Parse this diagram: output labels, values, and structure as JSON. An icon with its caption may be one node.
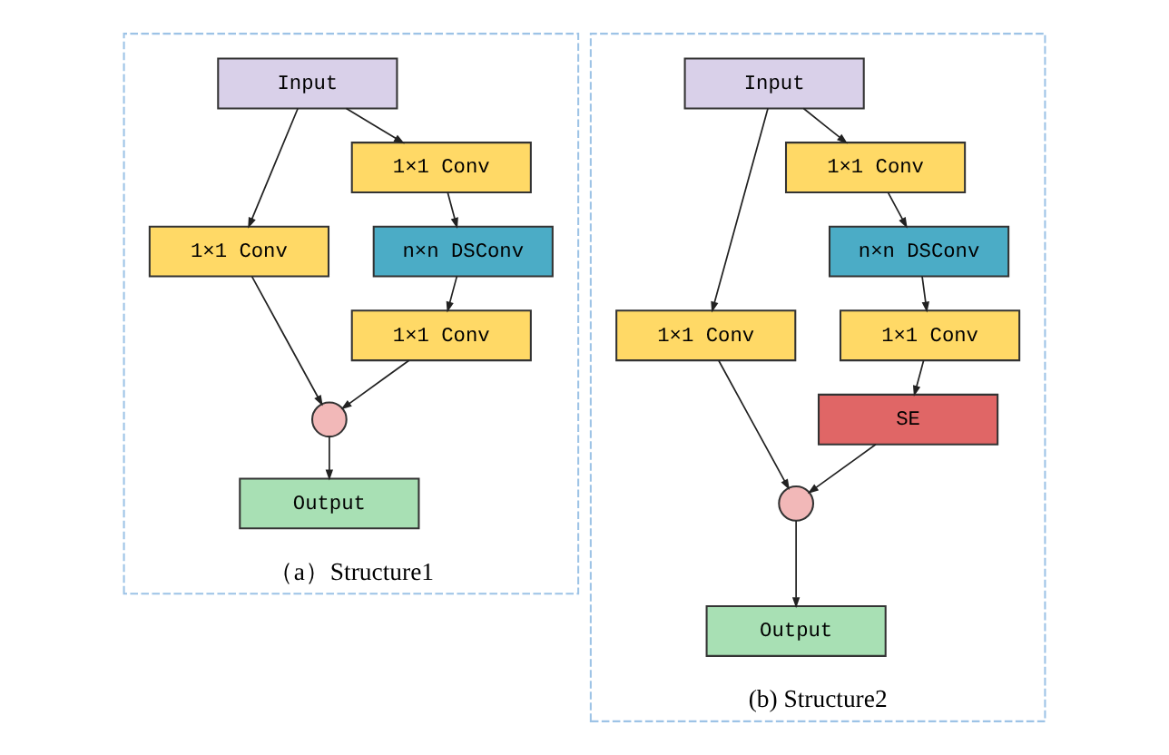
{
  "diagram": {
    "nodes": [
      {
        "text": [
          "（a）Structure1"
        ]
      },
      {
        "text": [
          "Input"
        ],
        "in": 0
      },
      {
        "text": [
          "1×1 Conv"
        ],
        "in": 0
      },
      {
        "text": [
          "1×1 Conv"
        ],
        "in": 0
      },
      {
        "text": [
          "n×n DSConv"
        ],
        "in": 0
      },
      {
        "text": [
          "1×1 Conv"
        ],
        "in": 0
      },
      {
        "text": [],
        "shape": "circle",
        "in": 0
      },
      {
        "text": [
          "Output"
        ],
        "in": 0
      },
      {
        "text": [
          "(b) Structure2"
        ]
      },
      {
        "text": [
          "Input"
        ],
        "in": 8
      },
      {
        "text": [
          "1×1 Conv"
        ],
        "in": 8
      },
      {
        "text": [
          "1×1 Conv"
        ],
        "in": 8
      },
      {
        "text": [
          "n×n DSConv"
        ],
        "in": 8
      },
      {
        "text": [
          "1×1 Conv"
        ],
        "in": 8
      },
      {
        "text": [
          "SE"
        ],
        "in": 8
      },
      {
        "text": [],
        "shape": "circle",
        "in": 8
      },
      {
        "text": [
          "Output"
        ],
        "in": 8
      }
    ],
    "edges": [
      {
        "from": 1,
        "to": 2,
        "arrow": "to"
      },
      {
        "from": 1,
        "to": 3,
        "arrow": "to"
      },
      {
        "from": 3,
        "to": 4,
        "arrow": "to"
      },
      {
        "from": 4,
        "to": 5,
        "arrow": "to"
      },
      {
        "from": 2,
        "to": 6,
        "arrow": "to"
      },
      {
        "from": 5,
        "to": 6,
        "arrow": "to"
      },
      {
        "from": 6,
        "to": 7,
        "arrow": "to"
      },
      {
        "from": 9,
        "to": 10,
        "arrow": "to"
      },
      {
        "from": 9,
        "to": 11,
        "arrow": "to"
      },
      {
        "from": 11,
        "to": 12,
        "arrow": "to"
      },
      {
        "from": 12,
        "to": 13,
        "arrow": "to"
      },
      {
        "from": 13,
        "to": 14,
        "arrow": "to"
      },
      {
        "from": 10,
        "to": 15,
        "arrow": "to"
      },
      {
        "from": 14,
        "to": 15,
        "arrow": "to"
      },
      {
        "from": 15,
        "to": 16,
        "arrow": "to"
      }
    ]
  }
}
